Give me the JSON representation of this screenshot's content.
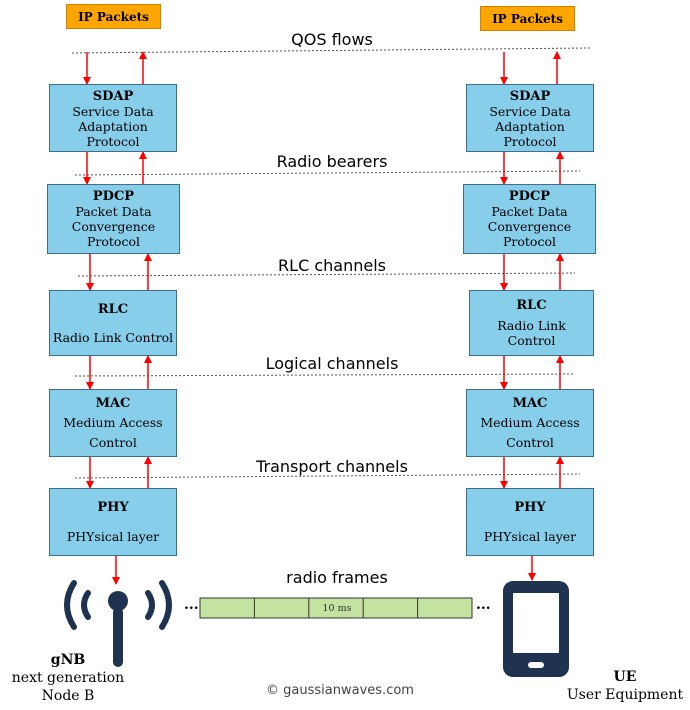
{
  "ip_label": "IP Packets",
  "channels": [
    {
      "key": "qos",
      "label": "QOS flows"
    },
    {
      "key": "radio_bearers",
      "label": "Radio bearers"
    },
    {
      "key": "rlc",
      "label": "RLC channels"
    },
    {
      "key": "logical",
      "label": "Logical channels"
    },
    {
      "key": "transport",
      "label": "Transport channels"
    }
  ],
  "layers": [
    {
      "name": "SDAP",
      "lines": [
        "Service Data",
        "Adaptation Protocol"
      ]
    },
    {
      "name": "PDCP",
      "lines": [
        "Packet Data",
        "Convergence Protocol"
      ]
    },
    {
      "name": "RLC",
      "lines": [
        "Radio Link Control"
      ]
    },
    {
      "name": "MAC",
      "lines": [
        "Medium Access",
        "Control"
      ]
    },
    {
      "name": "PHY",
      "lines": [
        "PHYsical layer"
      ]
    }
  ],
  "radio_frames_label": "radio frames",
  "frame_label": "10 ms",
  "frame_dots": "...",
  "gnb": {
    "title": "gNB",
    "line1": "next generation",
    "line2": "Node B"
  },
  "ue": {
    "title": "UE",
    "line1": "User Equipment"
  },
  "copyright": "© gaussianwaves.com",
  "colors": {
    "ip_box": "#ffa500",
    "layer_box": "#87ceeb",
    "arrow": "#ff0000",
    "frame": "#c5e3a0",
    "icon": "#1f3350"
  }
}
